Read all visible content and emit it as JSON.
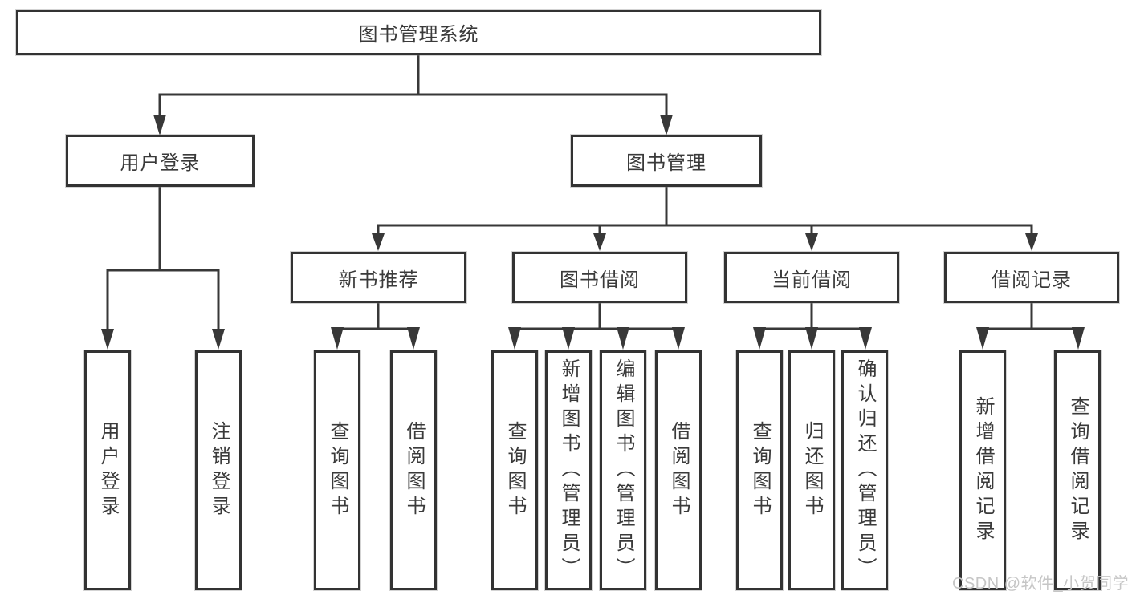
{
  "colors": {
    "background": "#ffffff",
    "box_border": "#333333",
    "box_fill": "#ffffff",
    "line": "#383838",
    "text": "#3a3a3a",
    "watermark": "#c6c6c6"
  },
  "diagram": {
    "type": "hierarchy-flowchart",
    "root": {
      "label": "图书管理系统"
    },
    "branches": [
      {
        "label": "用户登录",
        "children": [
          {
            "label": "用户登录"
          },
          {
            "label": "注销登录"
          }
        ]
      },
      {
        "label": "图书管理",
        "children": [
          {
            "label": "新书推荐",
            "children": [
              {
                "label": "查询图书"
              },
              {
                "label": "借阅图书"
              }
            ]
          },
          {
            "label": "图书借阅",
            "children": [
              {
                "label": "查询图书"
              },
              {
                "label": "新增图书（管理员）"
              },
              {
                "label": "编辑图书（管理员）"
              },
              {
                "label": "借阅图书"
              }
            ]
          },
          {
            "label": "当前借阅",
            "children": [
              {
                "label": "查询图书"
              },
              {
                "label": "归还图书"
              },
              {
                "label": "确认归还（管理员）"
              }
            ]
          },
          {
            "label": "借阅记录",
            "children": [
              {
                "label": "新增借阅记录"
              },
              {
                "label": "查询借阅记录"
              }
            ]
          }
        ]
      }
    ]
  },
  "watermark": {
    "text": "CSDN @软件_小贺同学"
  }
}
